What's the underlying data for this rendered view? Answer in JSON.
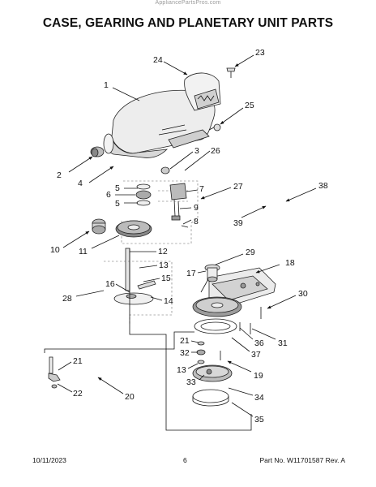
{
  "watermark": "AppliancePartsPros.com",
  "title": "CASE, GEARING AND PLANETARY UNIT PARTS",
  "footer": {
    "date": "10/11/2023",
    "page": "6",
    "part_no": "Part No. W11701587  Rev. A"
  },
  "callouts": [
    "24",
    "23",
    "1",
    "25",
    "2",
    "4",
    "3",
    "26",
    "5",
    "6",
    "5",
    "7",
    "27",
    "38",
    "9",
    "8",
    "39",
    "10",
    "11",
    "12",
    "13",
    "15",
    "16",
    "14",
    "28",
    "17",
    "29",
    "18",
    "30",
    "31",
    "36",
    "37",
    "21",
    "32",
    "13",
    "33",
    "19",
    "34",
    "35",
    "21",
    "22",
    "20"
  ]
}
